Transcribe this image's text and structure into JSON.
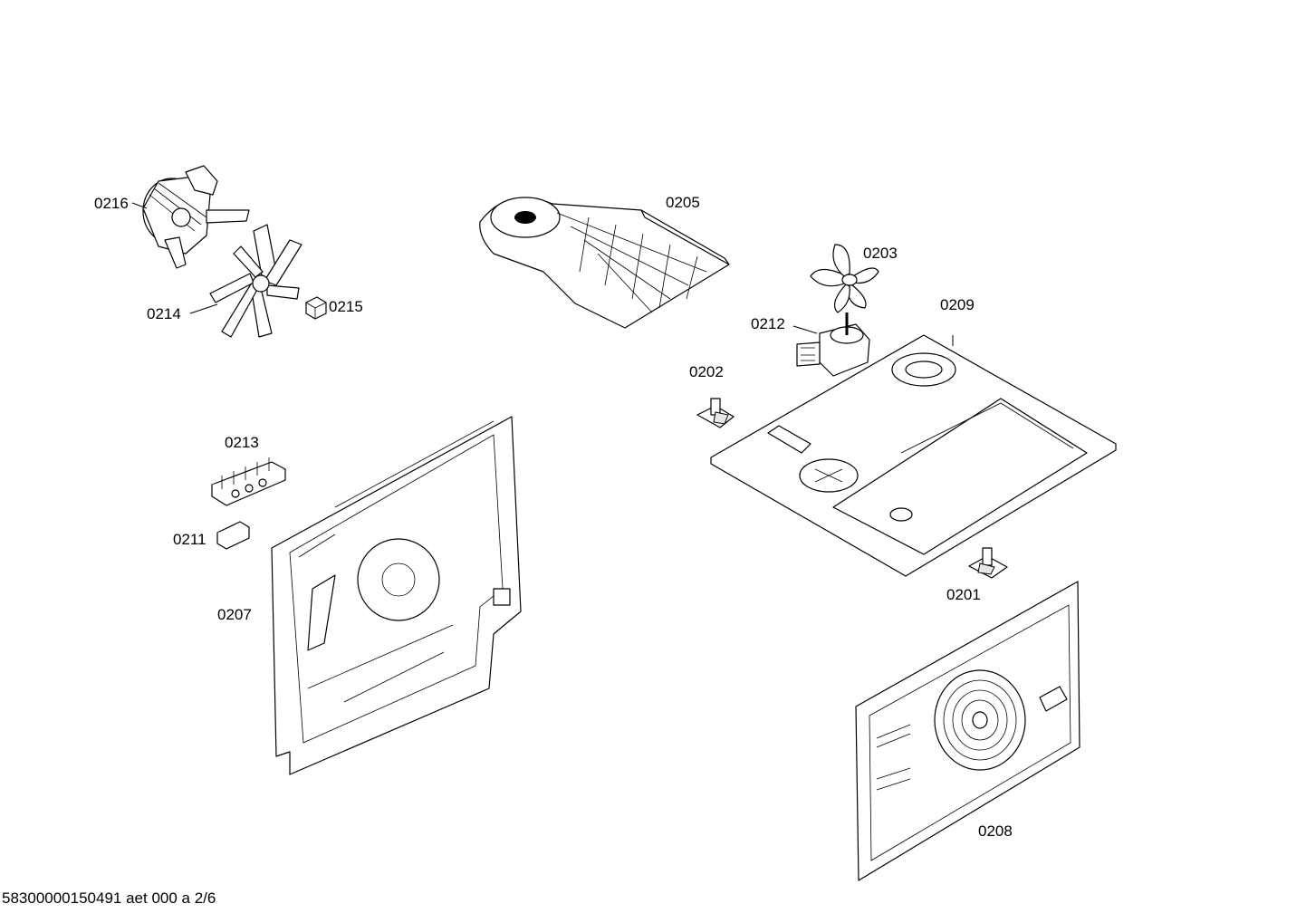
{
  "parts": [
    {
      "id": "0216",
      "label": "0216"
    },
    {
      "id": "0214",
      "label": "0214"
    },
    {
      "id": "0215",
      "label": "0215"
    },
    {
      "id": "0205",
      "label": "0205"
    },
    {
      "id": "0203",
      "label": "0203"
    },
    {
      "id": "0209",
      "label": "0209"
    },
    {
      "id": "0212",
      "label": "0212"
    },
    {
      "id": "0202",
      "label": "0202"
    },
    {
      "id": "0213",
      "label": "0213"
    },
    {
      "id": "0211",
      "label": "0211"
    },
    {
      "id": "0207",
      "label": "0207"
    },
    {
      "id": "0201",
      "label": "0201"
    },
    {
      "id": "0208",
      "label": "0208"
    }
  ],
  "footer": {
    "text": "58300000150491 aet 000 a 2/6"
  }
}
